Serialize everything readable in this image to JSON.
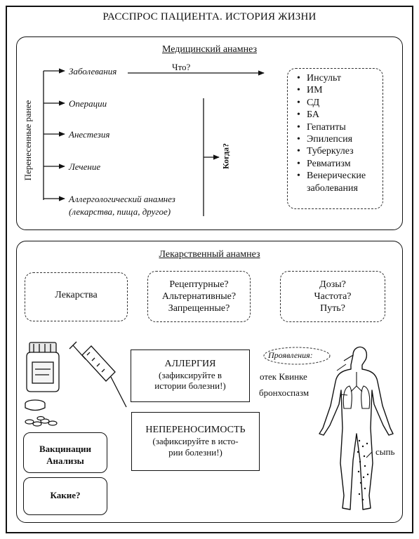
{
  "title": "РАССПРОС ПАЦИЕНТА. ИСТОРИЯ ЖИЗНИ",
  "medical": {
    "heading": "Медицинский анамнез",
    "side_label": "Перенесенные ранее",
    "items": [
      "Заболевания",
      "Операции",
      "Анестезия",
      "Лечение",
      "Аллергологический анамнез",
      "(лекарства, пища, другое)"
    ],
    "what_label": "Что?",
    "when_label": "Когда?",
    "diseases": [
      "Инсульт",
      "ИМ",
      "СД",
      "БА",
      "Гепатиты",
      "Эпилепсия",
      "Туберкулез",
      "Ревматизм",
      "Венерические",
      "заболевания"
    ]
  },
  "drug": {
    "heading": "Лекарственный анамнез",
    "box1": "Лекарства",
    "box2": [
      "Рецептурные?",
      "Альтернативные?",
      "Запрещенные?"
    ],
    "box3": [
      "Дозы?",
      "Частота?",
      "Путь?"
    ],
    "allergy_title": "АЛЛЕРГИЯ",
    "allergy_sub": [
      "(зафиксируйте в",
      "истории болезни!)"
    ],
    "intol_title": "НЕПЕРЕНОСИМОСТЬ",
    "intol_sub": [
      "(зафиксируйте в исто-",
      "рии болезни!)"
    ],
    "vacc": [
      "Вакцинации",
      "Анализы"
    ],
    "which": "Какие?",
    "manifest": "Проявления:",
    "quincke": "отек Квинке",
    "broncho": "бронхоспазм",
    "rash": "сыпь"
  }
}
